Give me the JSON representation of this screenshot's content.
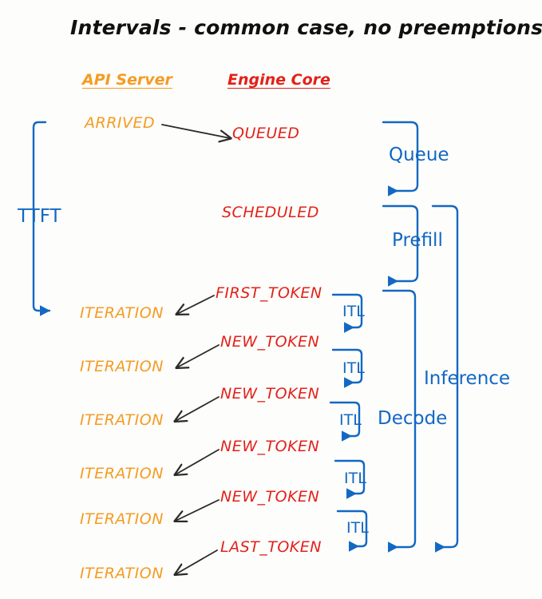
{
  "diagram": {
    "title": "Intervals - common case, no preemptions",
    "background_color": "#fdfdfb",
    "colors": {
      "api_server": "#F59B22",
      "engine_core": "#E3211A",
      "interval": "#1268C3",
      "arrow": "#2b2b2b",
      "title": "#101010"
    },
    "columns": [
      {
        "name": "api-server",
        "label": "API Server",
        "color": "#F59B22"
      },
      {
        "name": "engine-core",
        "label": "Engine Core",
        "color": "#E3211A"
      }
    ],
    "api_states": [
      {
        "label": "ARRIVED"
      },
      {
        "label": "ITERATION"
      },
      {
        "label": "ITERATION"
      },
      {
        "label": "ITERATION"
      },
      {
        "label": "ITERATION"
      },
      {
        "label": "ITERATION"
      },
      {
        "label": "ITERATION"
      }
    ],
    "engine_states": [
      {
        "label": "QUEUED"
      },
      {
        "label": "SCHEDULED"
      },
      {
        "label": "FIRST_TOKEN"
      },
      {
        "label": "NEW_TOKEN"
      },
      {
        "label": "NEW_TOKEN"
      },
      {
        "label": "NEW_TOKEN"
      },
      {
        "label": "NEW_TOKEN"
      },
      {
        "label": "LAST_TOKEN"
      }
    ],
    "intervals": [
      {
        "name": "ttft",
        "label": "TTFT",
        "side": "left"
      },
      {
        "name": "queue",
        "label": "Queue",
        "side": "right"
      },
      {
        "name": "prefill",
        "label": "Prefill",
        "side": "right"
      },
      {
        "name": "decode",
        "label": "Decode",
        "side": "right"
      },
      {
        "name": "inference",
        "label": "Inference",
        "side": "right"
      }
    ],
    "itl_intervals": [
      {
        "label": "ITL"
      },
      {
        "label": "ITL"
      },
      {
        "label": "ITL"
      },
      {
        "label": "ITL"
      },
      {
        "label": "ITL"
      }
    ]
  }
}
